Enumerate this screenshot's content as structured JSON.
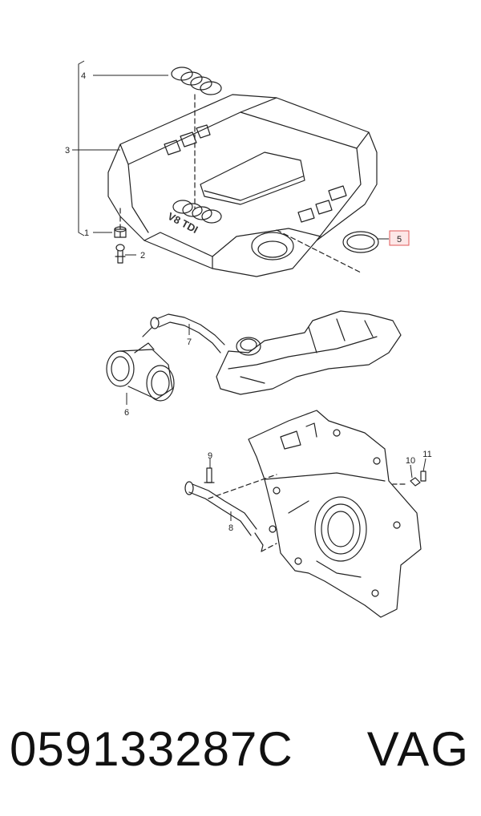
{
  "callouts": [
    {
      "id": "1",
      "label": "1"
    },
    {
      "id": "2",
      "label": "2"
    },
    {
      "id": "3",
      "label": "3"
    },
    {
      "id": "4",
      "label": "4"
    },
    {
      "id": "5",
      "label": "5",
      "highlighted": true
    },
    {
      "id": "6",
      "label": "6"
    },
    {
      "id": "7",
      "label": "7"
    },
    {
      "id": "8",
      "label": "8"
    },
    {
      "id": "9",
      "label": "9"
    },
    {
      "id": "10",
      "label": "10"
    },
    {
      "id": "11",
      "label": "11"
    }
  ],
  "engine_cover_badge": "V8 TDI",
  "highlight_color": "#e05a5a",
  "footer": {
    "part_number": "059133287C",
    "brand": "VAG"
  }
}
